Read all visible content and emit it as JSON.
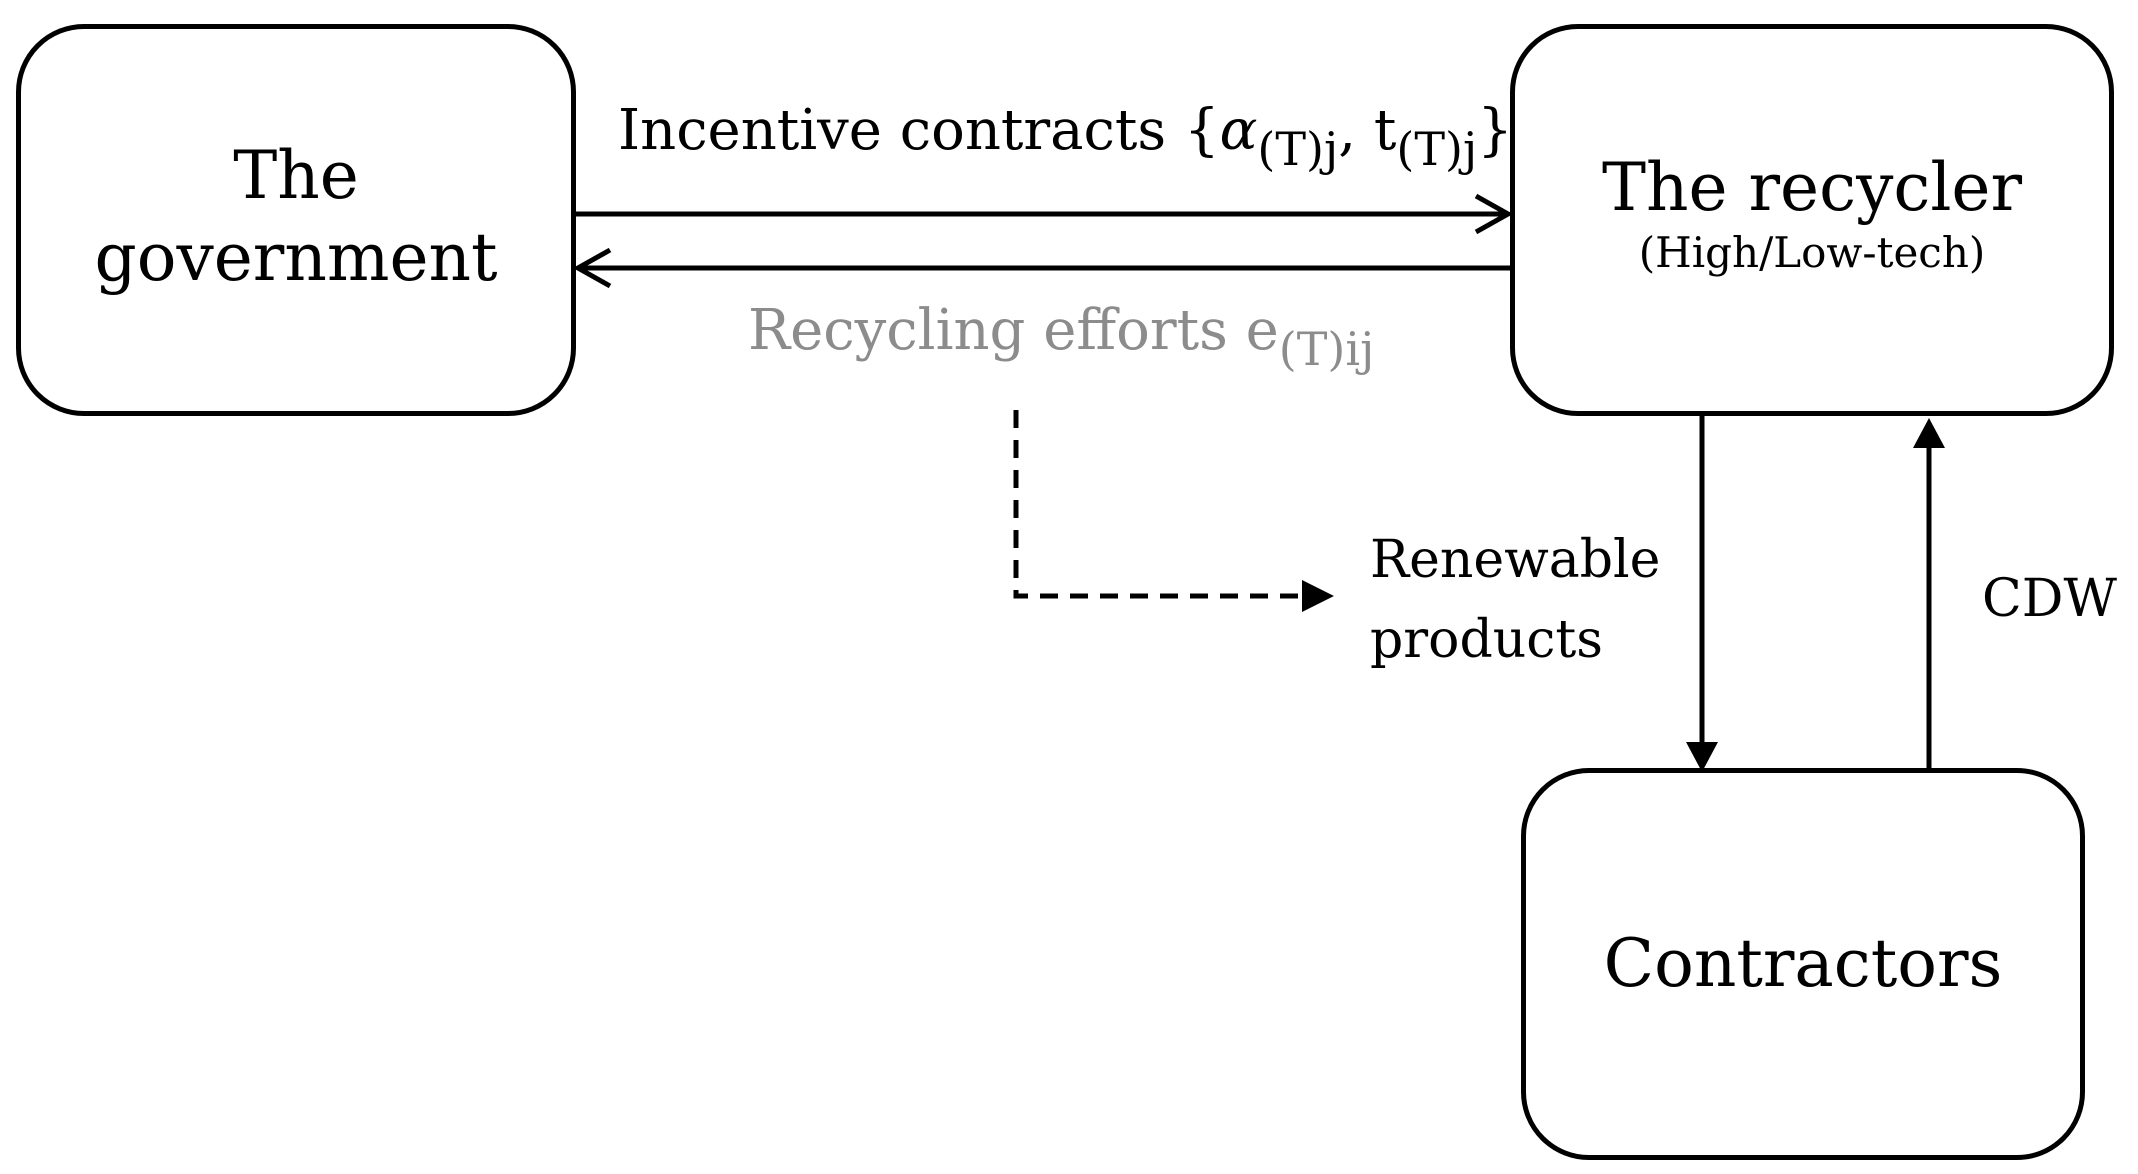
{
  "nodes": {
    "government": {
      "line1": "The",
      "line2": "government"
    },
    "recycler": {
      "title": "The recycler",
      "subtitle": "(High/Low-tech)"
    },
    "contractors": {
      "title": "Contractors"
    }
  },
  "edges": {
    "incentive": {
      "text": "Incentive contracts {",
      "alpha": "α",
      "alpha_sub": "(T)j",
      "comma": ", ",
      "t": "t",
      "t_sub": "(T)j",
      "close": "}"
    },
    "recycling": {
      "text": "Recycling efforts ",
      "e": "e",
      "e_sub": "(T)ij"
    },
    "renewable": {
      "text": "Renewable products"
    },
    "cdw": {
      "text": "CDW"
    }
  },
  "colors": {
    "line": "#000000",
    "recycling_label": "#8c8c8c"
  }
}
